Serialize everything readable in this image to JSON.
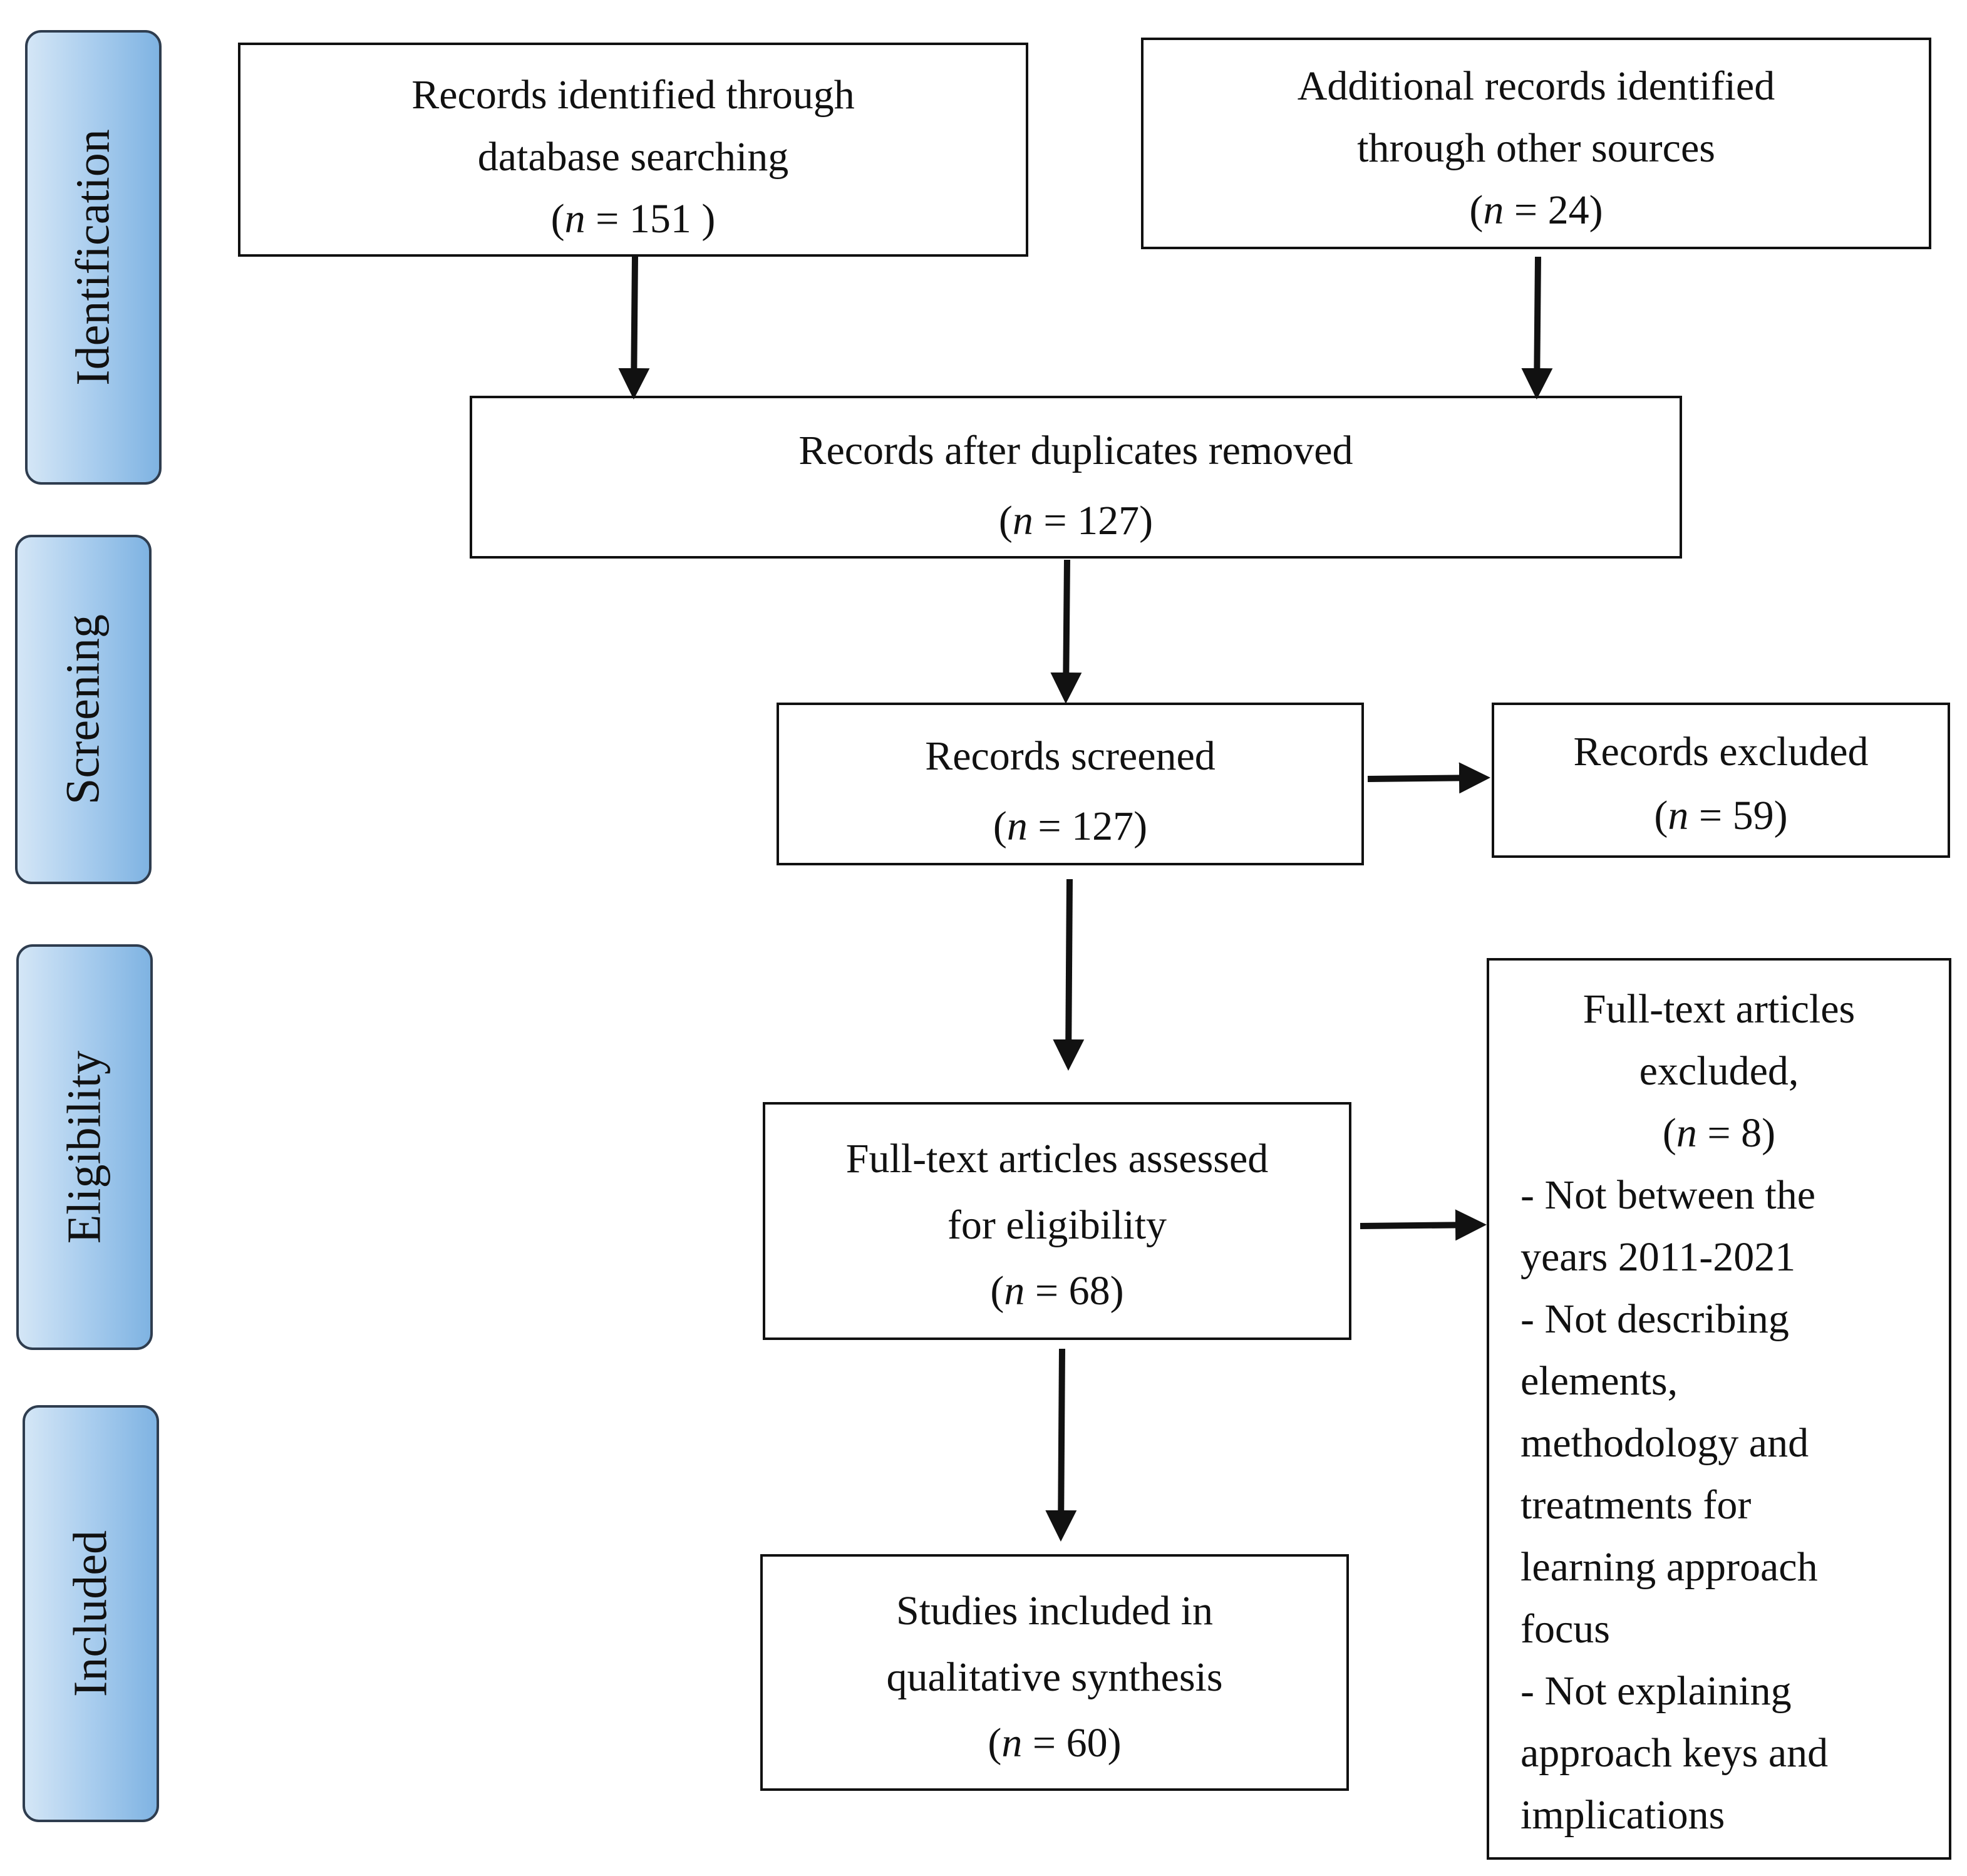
{
  "phases": {
    "identification": "Identification",
    "screening": "Screening",
    "eligibility": "Eligibility",
    "included": "Included"
  },
  "boxes": {
    "database": {
      "line1": "Records identified through",
      "line2": "database searching",
      "n_prefix": "(",
      "n_var": "n",
      "n_text": " = 151 )"
    },
    "other_sources": {
      "line1": "Additional records identified",
      "line2": "through other sources",
      "n_prefix": "(",
      "n_var": "n",
      "n_text": " = 24)"
    },
    "duplicates_removed": {
      "line1": "Records after duplicates removed",
      "n_prefix": "(",
      "n_var": "n",
      "n_text": " = 127)"
    },
    "screened": {
      "line1": "Records screened",
      "n_prefix": "(",
      "n_var": "n",
      "n_text": " = 127)"
    },
    "excluded": {
      "line1": "Records excluded",
      "n_prefix": "(",
      "n_var": "n",
      "n_text": " = 59)"
    },
    "assessed": {
      "line1": "Full-text articles assessed",
      "line2": "for eligibility",
      "n_prefix": "(",
      "n_var": "n",
      "n_text": " = 68)"
    },
    "fulltext_excluded": {
      "line1": "Full-text articles",
      "line2": "excluded,",
      "n_prefix": "(",
      "n_var": "n",
      "n_text": " = 8)",
      "reasons": [
        "- Not between the",
        "years 2011-2021",
        "- Not describing",
        "elements,",
        "methodology and",
        "treatments for",
        "learning approach",
        "focus",
        "- Not explaining",
        "approach keys and",
        "implications"
      ]
    },
    "included": {
      "line1": "Studies included in",
      "line2": "qualitative synthesis",
      "n_prefix": "(",
      "n_var": "n",
      "n_text": " = 60)"
    }
  }
}
